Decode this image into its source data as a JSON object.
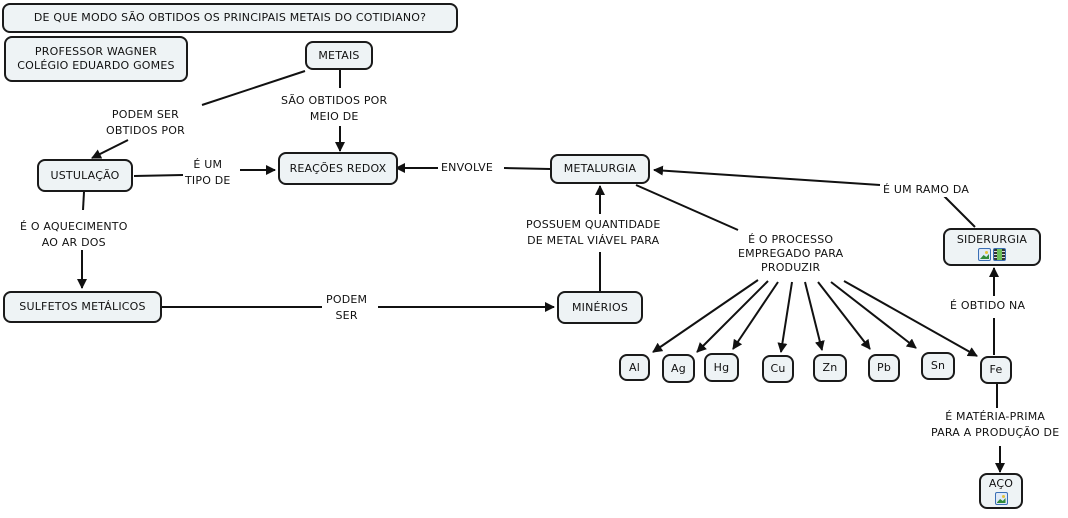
{
  "title": "DE QUE MODO SÃO OBTIDOS OS PRINCIPAIS METAIS DO COTIDIANO?",
  "author": {
    "line1": "PROFESSOR WAGNER",
    "line2": "COLÉGIO EDUARDO GOMES"
  },
  "concepts": {
    "metais": "METAIS",
    "ustulacao": "USTULAÇÃO",
    "reacoes_redox": "REAÇÕES REDOX",
    "metalurgia": "METALURGIA",
    "sulfetos": "SULFETOS METÁLICOS",
    "minerios": "MINÉRIOS",
    "siderurgia": "SIDERURGIA",
    "aco": "AÇO",
    "metals": [
      "Al",
      "Ag",
      "Hg",
      "Cu",
      "Zn",
      "Pb",
      "Sn",
      "Fe"
    ]
  },
  "links": {
    "podem_ser_obtidos": [
      "PODEM SER",
      "OBTIDOS POR"
    ],
    "sao_obtidos_meio": [
      "SÃO OBTIDOS POR",
      "MEIO DE"
    ],
    "e_um_tipo": [
      "É UM",
      "TIPO DE"
    ],
    "envolve": "ENVOLVE",
    "aquecimento": [
      "É O AQUECIMENTO",
      "AO AR  DOS"
    ],
    "podem_ser": [
      "PODEM",
      "SER"
    ],
    "possuem": [
      "POSSUEM QUANTIDADE",
      "DE METAL VIÁVEL PARA"
    ],
    "processo": [
      "É O PROCESSO",
      "EMPREGADO PARA",
      "PRODUZIR"
    ],
    "ramo": "É UM RAMO DA",
    "obtido_na": "É OBTIDO NA",
    "materia_prima": [
      "É MATÉRIA-PRIMA",
      "PARA A PRODUÇÃO DE"
    ]
  },
  "resources": {
    "image_icon": "image-icon",
    "video_icon": "film-icon"
  }
}
